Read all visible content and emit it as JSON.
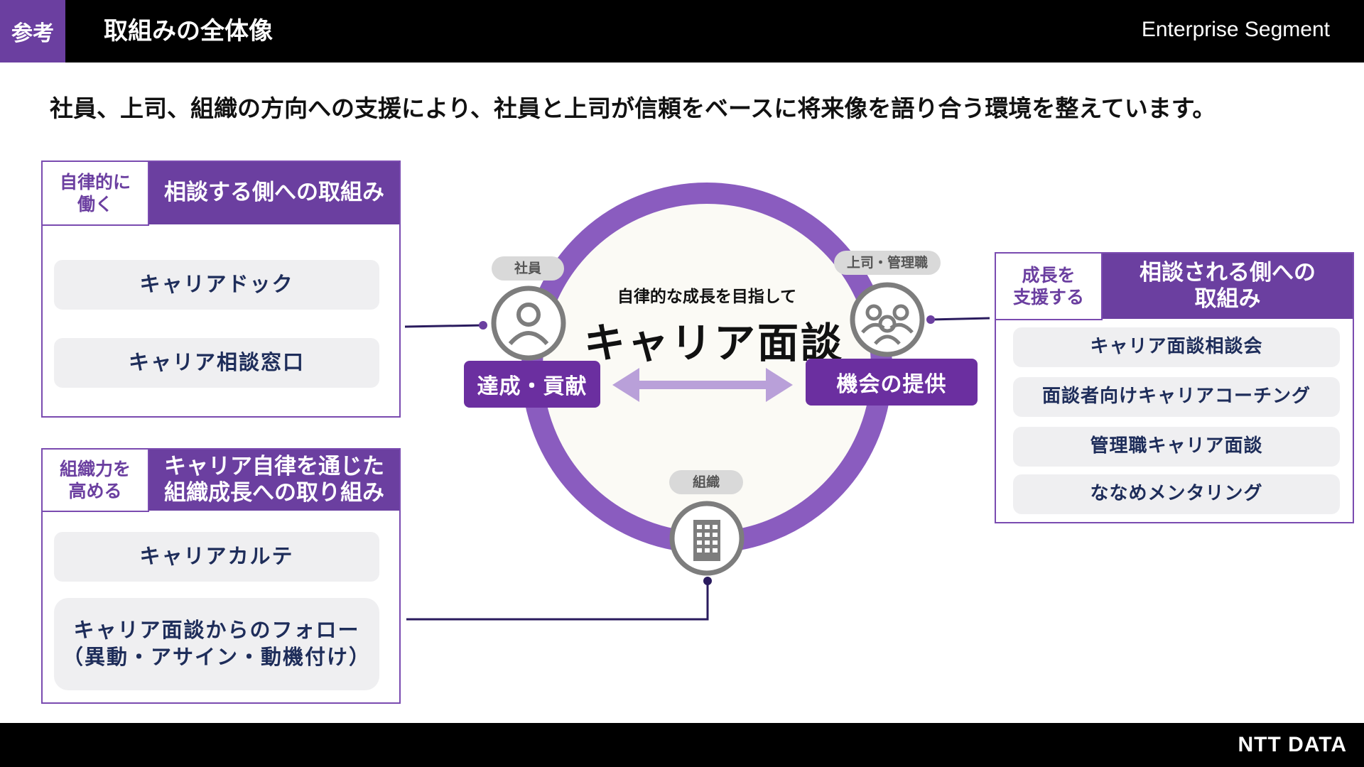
{
  "header": {
    "tag": "参考",
    "title": "取組みの全体像",
    "brand": "Enterprise Segment"
  },
  "footer": {
    "logo": "NTT DATA"
  },
  "headline": "社員、上司、組織の方向への支援により、社員と上司が信頼をベースに将来像を語り合う環境を整えています。",
  "left_top_panel": {
    "tag_line1": "自律的に",
    "tag_line2": "働く",
    "heading": "相談する側への取組み",
    "items": [
      "キャリアドック",
      "キャリア相談窓口"
    ]
  },
  "left_bottom_panel": {
    "tag_line1": "組織力を",
    "tag_line2": "高める",
    "heading_line1": "キャリア自律を通じた",
    "heading_line2": "組織成長への取り組み",
    "items": [
      "キャリアカルテ"
    ],
    "follow_line1": "キャリア面談からのフォロー",
    "follow_line2": "（異動・アサイン・動機付け）"
  },
  "right_panel": {
    "tag_line1": "成長を",
    "tag_line2": "支援する",
    "heading_line1": "相談される側への",
    "heading_line2": "取組み",
    "items": [
      "キャリア面談相談会",
      "面談者向けキャリアコーチング",
      "管理職キャリア面談",
      "ななめメンタリング"
    ]
  },
  "center": {
    "subtitle": "自律的な成長を目指して",
    "title": "キャリア面談",
    "employee_label": "社員",
    "manager_label": "上司・管理職",
    "org_label": "組織",
    "employee_action": "達成・貢献",
    "manager_action": "機会の提供"
  },
  "colors": {
    "accent_purple": "#6b3fa0",
    "ring_purple": "#8a5cbf",
    "arrow_lavender": "#b9a0d9",
    "navy_text": "#1e2d5a",
    "item_bg": "#efeff1"
  },
  "icons": [
    "person-icon",
    "group-icon",
    "building-icon",
    "double-arrow-icon"
  ]
}
